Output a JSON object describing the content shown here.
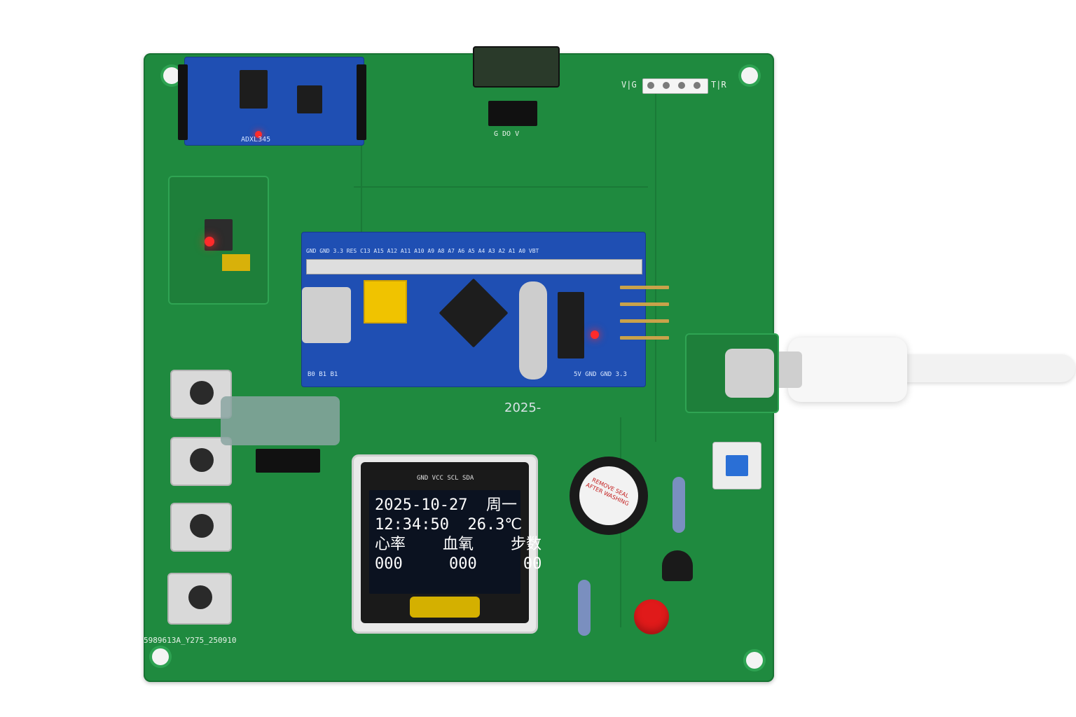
{
  "board": {
    "code": "5989613A_Y275_250910",
    "top_header_left": "V|G",
    "top_header_right": "T|R",
    "sensor_header_labels": "G  DO  V",
    "module_adxl": "ADXL345",
    "stm32_top_labels": "GND GND 3.3 RES C13 A15 A12 A11 A10 A9 A8 A7 A6 A5 A4 A3 A2 A1 A0 VBT",
    "stm32_bottom_left": "B0  B1  B1",
    "stm32_bottom_right": "5V  GND  GND  3.3",
    "leftover_year_text": "2025-"
  },
  "oled": {
    "line1": "2025-10-27  周一",
    "line2": "12:34:50  26.3℃",
    "line3": "心率    血氧    步数",
    "line4": "000     000     00",
    "pins": "GND VCC SCL SDA"
  },
  "buzzer": {
    "label": "REMOVE SEAL AFTER WASHING"
  },
  "colors": {
    "pcb": "#1f8a3f",
    "module_blue": "#1f4fb3",
    "oled_bg": "#0b1220",
    "led_red": "#ff2b2b",
    "cable_white": "#f2f2f2"
  }
}
